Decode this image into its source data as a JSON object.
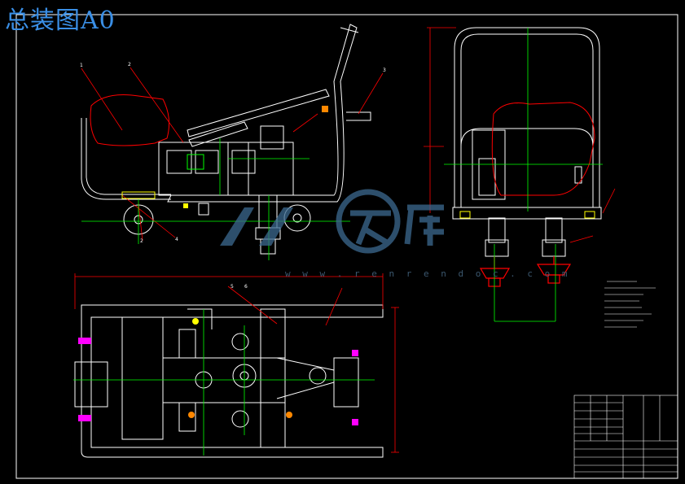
{
  "title": "总装图A0",
  "watermark": {
    "logo_name": "renrendoc-logo",
    "text": "w w w . r e n r e n d o c . c o m",
    "color": "#3c6a90"
  },
  "colors": {
    "background": "#000000",
    "line": "#ffffff",
    "green": "#00ff00",
    "red": "#ff0000",
    "yellow": "#ffff00",
    "magenta": "#ff00ff",
    "title": "#3a8fe6"
  },
  "callouts": {
    "c1": "1",
    "c2": "2",
    "c3": "3",
    "c4": "4",
    "c5": "5",
    "c6": "6"
  }
}
